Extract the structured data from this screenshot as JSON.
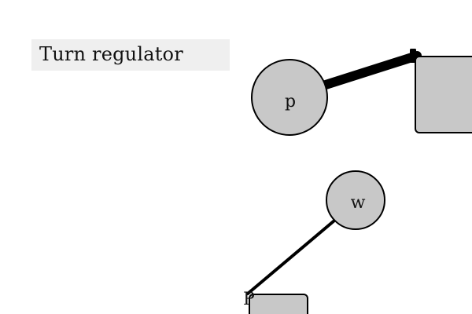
{
  "title": {
    "text": "Turn regulator"
  },
  "diagram": {
    "top_node": {
      "label": "p"
    },
    "bottom_node": {
      "label": "w"
    },
    "bottom_box": {
      "label": "P"
    },
    "colors": {
      "node_fill": "#c8c8c8",
      "stroke": "#000000",
      "label_bg": "#efefef"
    }
  }
}
